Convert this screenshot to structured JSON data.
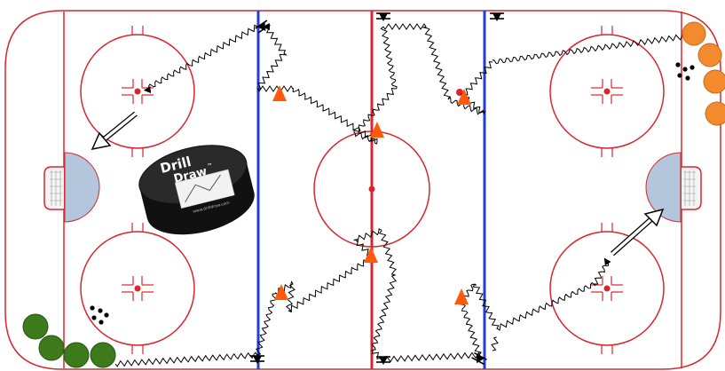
{
  "logo": {
    "line1": "Drill",
    "line2": "Draw",
    "tm": "™",
    "url": "www.drilldraw.com"
  },
  "colors": {
    "rink_line": "#d9262e",
    "blue_line": "#1f3fd6",
    "crease": "#b3c6dc",
    "cone": "#ff5a0a",
    "green_player": "#3d7a1c",
    "orange_player": "#f28a2e",
    "puck": "#000000",
    "skate_path": "#000000"
  },
  "icons": {
    "cone": "cone-icon",
    "green_player": "green-player-icon",
    "orange_player": "orange-player-icon",
    "puck_pile": "puck-pile-icon",
    "stop_marker": "stop-marker-icon",
    "pass_arrow": "pass-arrow-icon",
    "logo": "drilldraw-puck-logo"
  }
}
